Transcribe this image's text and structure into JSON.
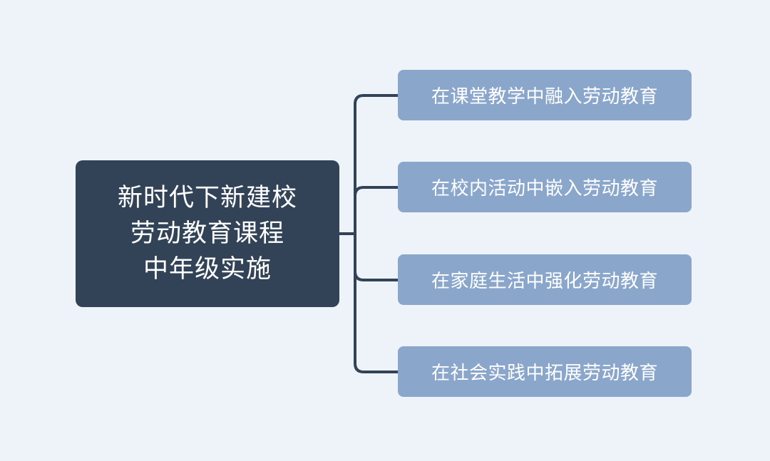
{
  "colors": {
    "background": "#edf3f9",
    "root_fill": "#324257",
    "branch_fill": "#8aa6cb",
    "connector": "#324257",
    "text": "#ffffff"
  },
  "root": {
    "lines": [
      "新时代下新建校",
      "劳动教育课程",
      "中年级实施"
    ]
  },
  "branches": [
    {
      "label": "在课堂教学中融入劳动教育"
    },
    {
      "label": "在校内活动中嵌入劳动教育"
    },
    {
      "label": "在家庭生活中强化劳动教育"
    },
    {
      "label": "在社会实践中拓展劳动教育"
    }
  ]
}
